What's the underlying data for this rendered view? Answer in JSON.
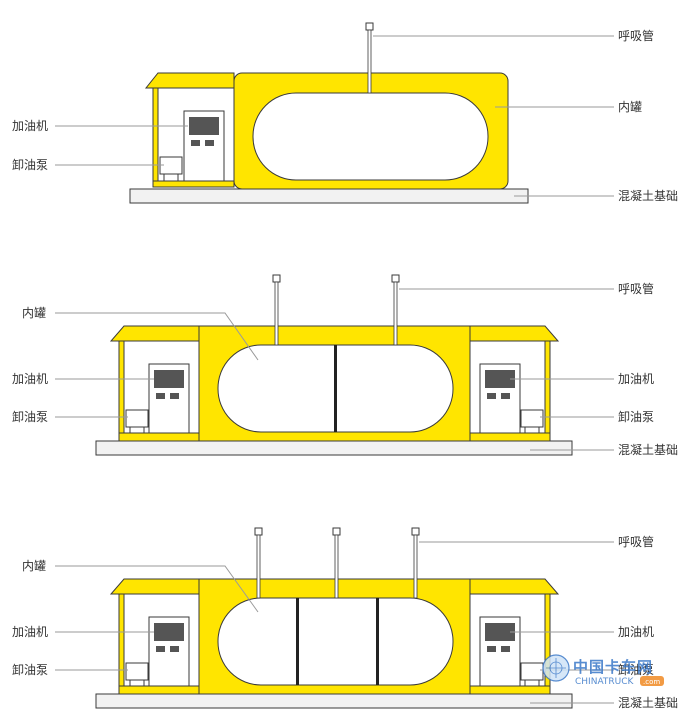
{
  "colors": {
    "tank_body": "#ffe500",
    "outline": "#3a3a3a",
    "leader": "#9a9a9a",
    "panel": "#555555",
    "foundation_fill": "#f2f2f2",
    "watermark_blue": "#3a78c8",
    "watermark_orange": "#f08a24"
  },
  "labels": {
    "breather": "呼吸管",
    "inner_tank": "内罐",
    "dispenser": "加油机",
    "pump": "卸油泵",
    "foundation": "混凝土基础"
  },
  "watermark": {
    "cn": "中国卡车网",
    "en": "CHINATRUCK",
    "suffix": ".com"
  },
  "diagrams": [
    {
      "id": "single-compartment",
      "compartments": 1,
      "breathers": 1,
      "kiosks": "left"
    },
    {
      "id": "two-compartment",
      "compartments": 2,
      "breathers": 2,
      "kiosks": "both"
    },
    {
      "id": "three-compartment",
      "compartments": 3,
      "breathers": 3,
      "kiosks": "both"
    }
  ]
}
